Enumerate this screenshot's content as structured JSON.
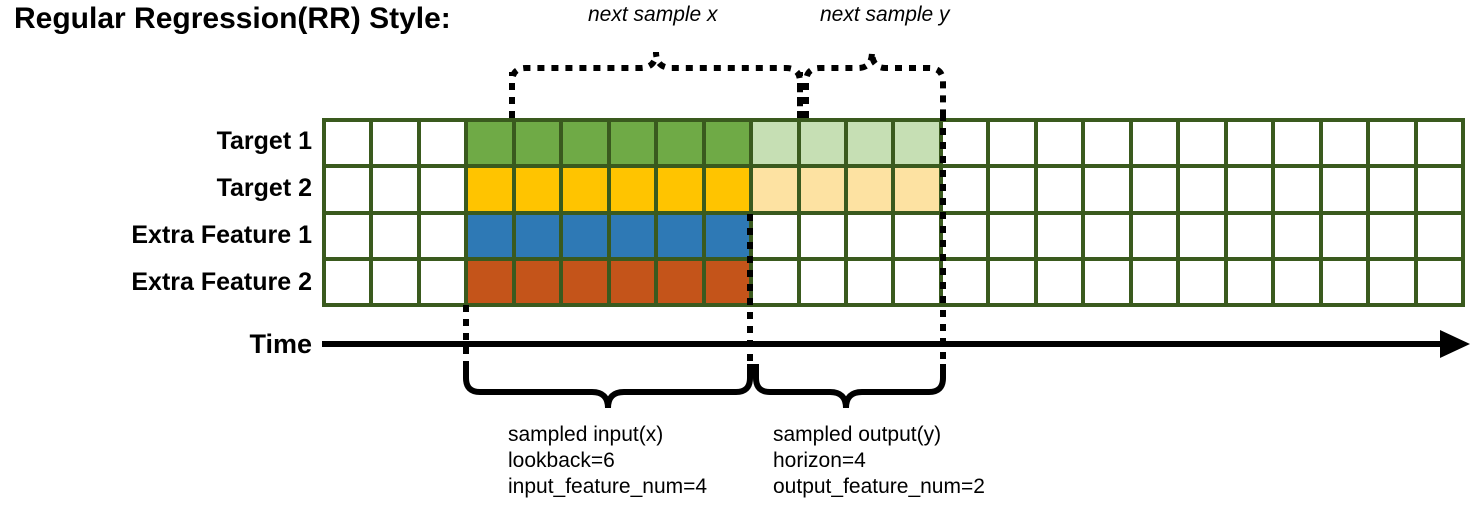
{
  "title": "Regular Regression(RR) Style:",
  "rows": [
    {
      "label": "Target 1",
      "color": "#6FAA46",
      "light_color": "#C6DFB4",
      "has_horizon": true
    },
    {
      "label": "Target 2",
      "color": "#FFC400",
      "light_color": "#FDE2A2",
      "has_horizon": true
    },
    {
      "label": "Extra Feature 1",
      "color": "#2E79B5",
      "light_color": "",
      "has_horizon": false
    },
    {
      "label": "Extra Feature 2",
      "color": "#C4541A",
      "light_color": "",
      "has_horizon": false
    }
  ],
  "grid": {
    "columns": 24,
    "rows": 4,
    "lead_blank_columns": 3,
    "lookback_columns": 6,
    "horizon_columns": 4,
    "trail_blank_columns": 11,
    "border_color": "#3A5A1E"
  },
  "axis": {
    "label": "Time"
  },
  "top_braces": [
    {
      "caption": "next sample x"
    },
    {
      "caption": "next sample y"
    }
  ],
  "bottom_braces": [
    {
      "title": "sampled input(x)",
      "line2": "lookback=6",
      "line3": "input_feature_num=4"
    },
    {
      "title": "sampled output(y)",
      "line2": "horizon=4",
      "line3": "output_feature_num=2"
    }
  ]
}
